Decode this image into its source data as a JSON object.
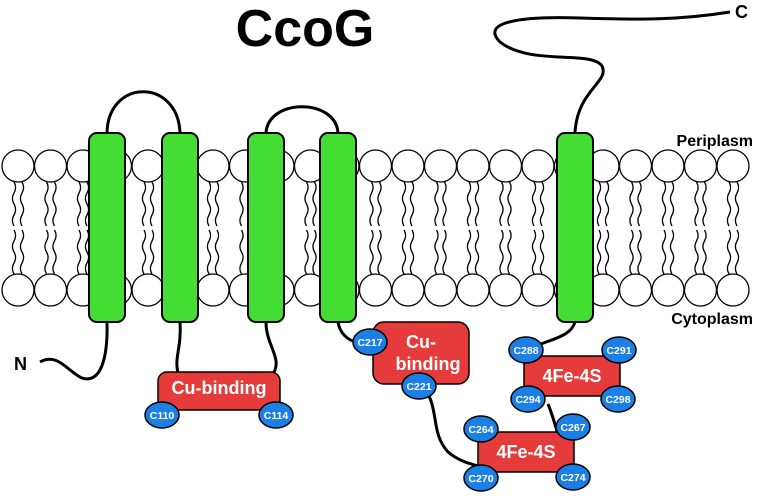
{
  "title": "CcoG",
  "compartments": {
    "periplasm": "Periplasm",
    "cytoplasm": "Cytoplasm"
  },
  "termini": {
    "n": "N",
    "c": "C"
  },
  "domains": {
    "cu_binding_1": {
      "label": "Cu-binding",
      "residues": [
        "C110",
        "C114"
      ]
    },
    "cu_binding_2": {
      "label_line1": "Cu-",
      "label_line2": "binding",
      "residues": [
        "C217",
        "C221"
      ]
    },
    "fes_1": {
      "label": "4Fe-4S",
      "residues": [
        "C288",
        "C291",
        "C294",
        "C298"
      ]
    },
    "fes_2": {
      "label": "4Fe-4S",
      "residues": [
        "C264",
        "C267",
        "C270",
        "C274"
      ]
    }
  },
  "colors": {
    "helix": "#44dd33",
    "domain_box": "#e53b3b",
    "cysteine": "#1c7fe6",
    "outline": "#000000"
  }
}
